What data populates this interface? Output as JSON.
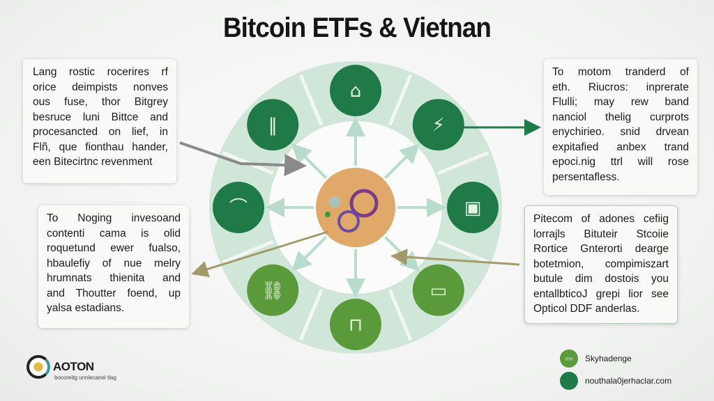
{
  "title": "Bitcoin ETFs & Vietnan",
  "colors": {
    "dark_green": "#1f7a47",
    "light_green": "#5b9a3a",
    "ring": "#cfe6d8",
    "center": "#e0a96a",
    "arrow_gray": "#8a8a8a",
    "arrow_olive": "#a39a6a"
  },
  "boxes": {
    "top_left": [
      "Lang rostic rocerires rf",
      "orice deimpists nonves",
      "ous fuse, thor Bitgrey",
      "besruce luni Bittce and",
      "procesancted on lief, in",
      "Flñ, que fionthau hander,",
      "een Bitecirtnc revenment"
    ],
    "top_right": [
      "To motom tranderd of",
      "eth. Riucros: inprerate",
      "Flulli; may rew band",
      "nanciol thelig curprots",
      "enychirieo. snid drvean",
      "expitafied anbex trand",
      "epoci.nig ttrl will rose",
      "persentafless."
    ],
    "bottom_left": [
      "To Noging invesoand",
      "contenti cama is olid",
      "roquetund ewer fualso,",
      "hbaulefiy of nue melry",
      "hrumnats thienita and",
      "and Thoutter foend, up",
      "yalsa estadians."
    ],
    "bottom_right": [
      "Pitecom of adones cefiig",
      "lorrajls Bituteir Stcoiie",
      "Rortice Gnterorti dearge",
      "botetmion, compimiszart",
      "butule dim dostois you",
      "entallbticoJ grepi lior see",
      "Opticol DDF anderlas."
    ]
  },
  "icons": [
    "building-icon",
    "pillar-icon",
    "vault-icon",
    "arch-icon",
    "bridge-icon",
    "gate-icon",
    "monitor-user-icon",
    "cards-icon"
  ],
  "legend": [
    {
      "label": "Skyhadenge",
      "badge": "mn"
    },
    {
      "label": "nouthala0jerhaclar.com"
    }
  ],
  "logo": {
    "name": "AOTON",
    "tagline": "bocoreitg unnlecanel tlag"
  }
}
